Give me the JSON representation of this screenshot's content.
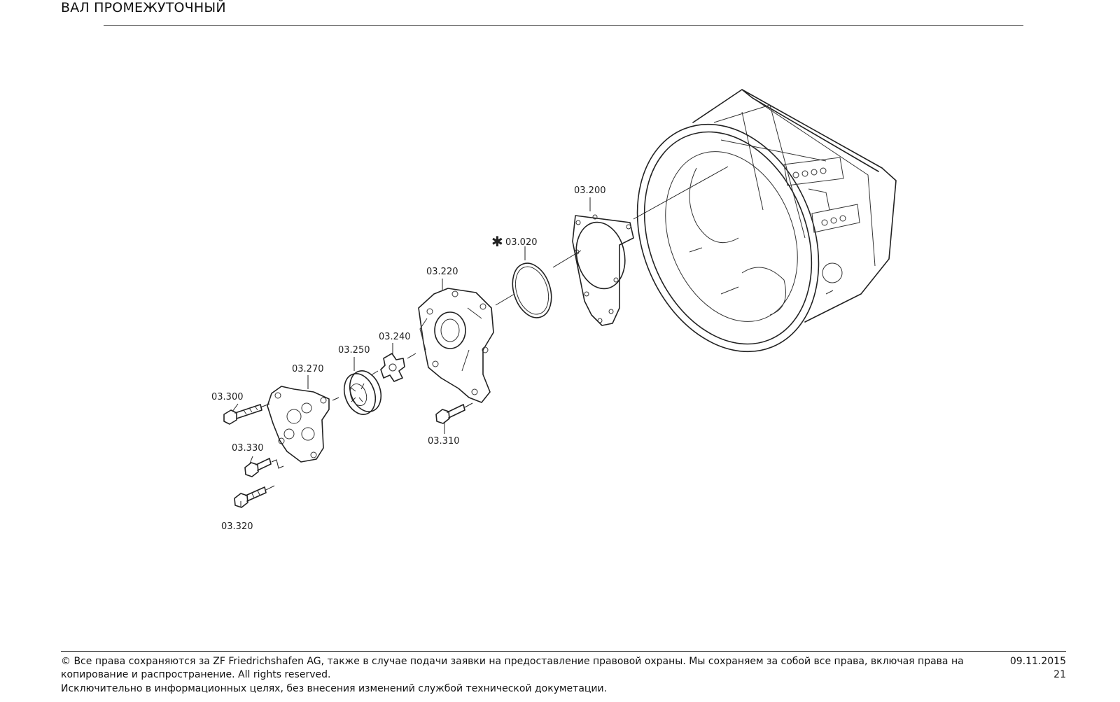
{
  "header": {
    "title": "ВАЛ ПРОМЕЖУТОЧНЫЙ"
  },
  "diagram": {
    "star": "✱",
    "labels": {
      "p03_020": "03.020",
      "p03_200": "03.200",
      "p03_220": "03.220",
      "p03_240": "03.240",
      "p03_250": "03.250",
      "p03_270": "03.270",
      "p03_300": "03.300",
      "p03_310": "03.310",
      "p03_320": "03.320",
      "p03_330": "03.330"
    }
  },
  "footer": {
    "copyright": "© Все права сохраняются за ZF Friedrichshafen AG, также в случае подачи заявки на предоставление правовой охраны. Мы сохраняем за собой все права, включая права на копирование и распространение. All rights reserved.",
    "disclaimer": "Исключительно в информационных целях, без внесения изменений службой технической докуметации.",
    "date": "09.11.2015",
    "page": "21"
  }
}
